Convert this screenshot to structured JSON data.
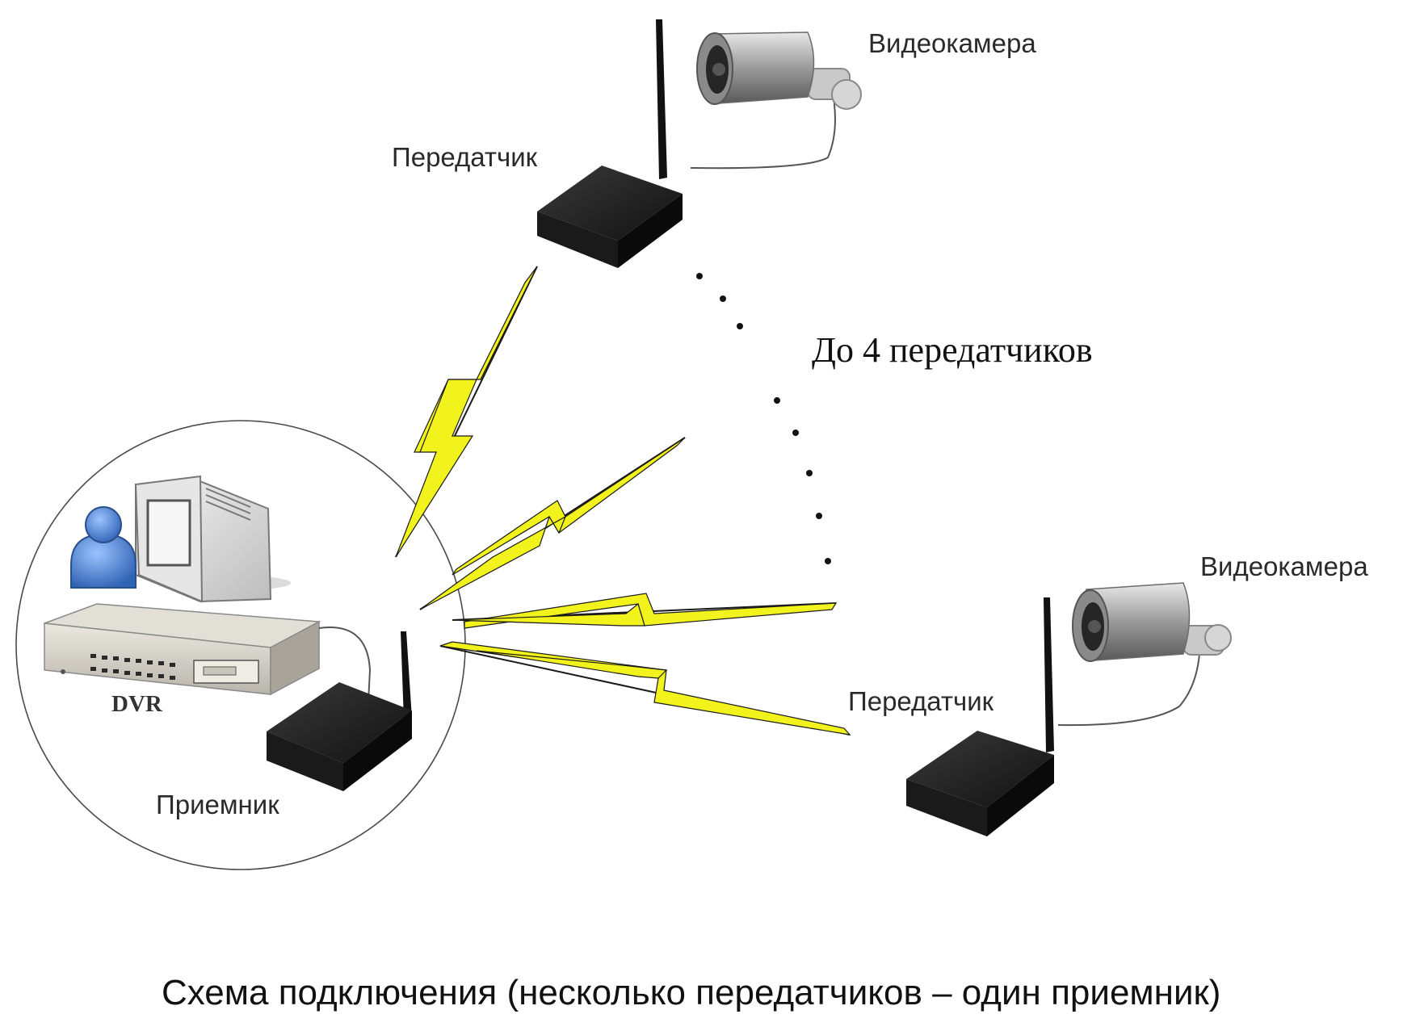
{
  "labels": {
    "camera_top": "Видеокамера",
    "transmitter_top": "Передатчик",
    "note": "До 4 передатчиков",
    "camera_bottom": "Видеокамера",
    "transmitter_bottom": "Передатчик",
    "dvr": "DVR",
    "receiver": "Приемник"
  },
  "caption": "Схема подключения (несколько передатчиков – один приемник)",
  "icons": {
    "camera": "cctv-camera-icon",
    "transmitter": "wireless-transmitter-icon",
    "receiver": "wireless-receiver-icon",
    "dvr": "dvr-recorder-icon",
    "monitor": "crt-monitor-icon",
    "user": "user-icon",
    "signal": "lightning-signal-icon"
  },
  "colors": {
    "signal": "#f2f21c",
    "device": "#141414",
    "user": "#4a7fc8",
    "dvr": "#d6d2c8"
  }
}
